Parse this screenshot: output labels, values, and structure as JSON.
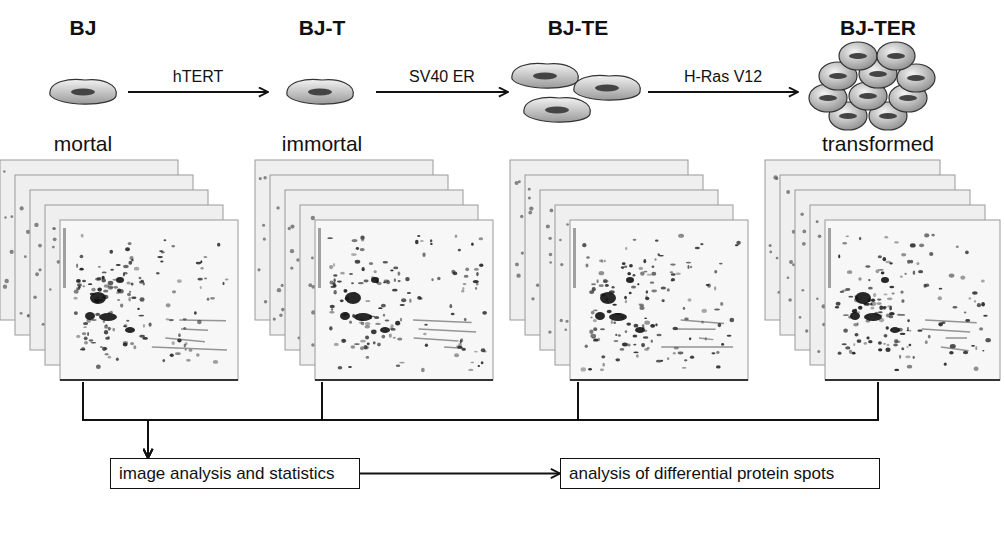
{
  "diagram": {
    "nodes": [
      {
        "text": [
          "BJ",
          "mortal"
        ]
      },
      {
        "text": [
          "BJ-T",
          "immortal"
        ]
      },
      {
        "text": [
          "BJ-TE"
        ]
      },
      {
        "text": [
          "BJ-TER",
          "transformed"
        ]
      },
      {
        "text": [
          "image analysis and statistics"
        ]
      },
      {
        "text": [
          "analysis of differential protein spots"
        ]
      }
    ],
    "edges": [
      {
        "from": 0,
        "to": 1,
        "arrow": "to",
        "label": "hTERT"
      },
      {
        "from": 1,
        "to": 2,
        "arrow": "to",
        "label": "SV40 ER"
      },
      {
        "from": 2,
        "to": 3,
        "arrow": "to",
        "label": "H-Ras V12"
      },
      {
        "from": 0,
        "to": 4,
        "arrow": "to"
      },
      {
        "from": 1,
        "to": 4,
        "arrow": "to"
      },
      {
        "from": 2,
        "to": 4,
        "arrow": "to"
      },
      {
        "from": 3,
        "to": 4,
        "arrow": "to"
      },
      {
        "from": 4,
        "to": 5,
        "arrow": "to"
      }
    ]
  }
}
